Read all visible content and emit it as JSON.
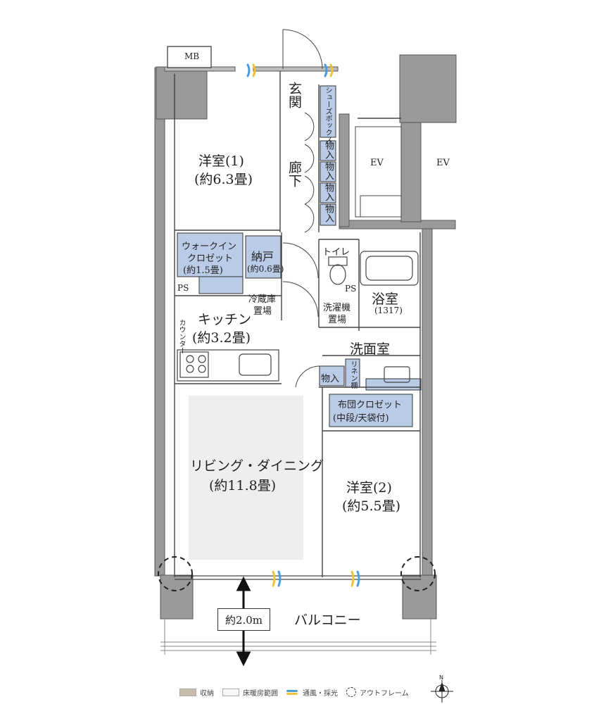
{
  "labels": {
    "mb": "MB",
    "genkan": "玄関",
    "shoes_box": "シューズボックス",
    "roka": "廊下",
    "monoire_1": "物入",
    "monoire_2": "物入",
    "monoire_3": "物入",
    "monoire_4": "物入",
    "ev_1": "EV",
    "ev_2": "EV",
    "western_1_name": "洋室(1)",
    "western_1_size": "(約6.3畳)",
    "wic_name_1": "ウォークイン",
    "wic_name_2": "クロゼット",
    "wic_size": "(約1.5畳)",
    "nando_name": "納戸",
    "nando_size": "(約0.6畳)",
    "ps_1": "PS",
    "ps_2": "PS",
    "fridge_1": "冷蔵庫",
    "fridge_2": "置場",
    "toilet": "トイレ",
    "bath_name": "浴室",
    "bath_size": "(1317)",
    "washer_1": "洗濯機",
    "washer_2": "置場",
    "kitchen_name": "キッチン",
    "kitchen_size": "(約3.2畳)",
    "counter": "カウンター",
    "senmen": "洗面室",
    "linen": "リネン棚",
    "futon_1": "布団クロゼット",
    "futon_2": "(中段/天袋付)",
    "living_name": "リビング・ダイニング",
    "living_size": "(約11.8畳)",
    "western_2_name": "洋室(2)",
    "western_2_size": "(約5.5畳)",
    "balcony": "バルコニー",
    "balcony_depth": "約2.0m"
  },
  "legend": {
    "storage": "収納",
    "floor_heating": "床暖房範囲",
    "ventilation": "通風・採光",
    "outframe": "アウトフレーム",
    "north": "N"
  },
  "colors": {
    "storage_fill": "#b9cbe6",
    "floor_heating_fill": "#eeeeee",
    "wall": "#9a9a9a",
    "wall_dark": "#7d7d7d",
    "wind_yellow": "#f2c23b",
    "wind_blue": "#4a9fd6"
  }
}
